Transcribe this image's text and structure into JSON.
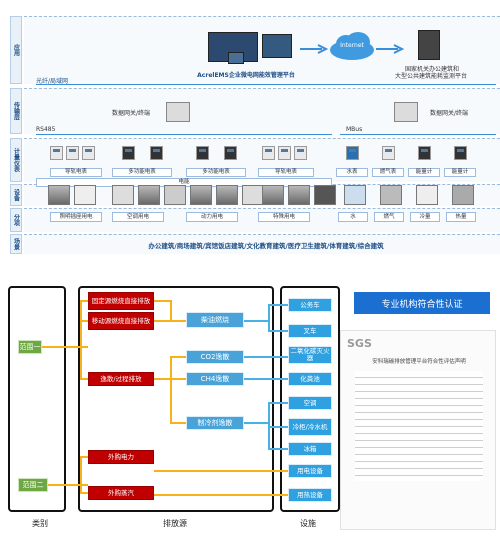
{
  "top": {
    "layers": [
      "应用",
      "传输层",
      "计量仪表",
      "设备",
      "分项",
      "场景"
    ],
    "platform": "AcrelEMS企业微电网能效管理平台",
    "internet": "Internet",
    "gov_platform_line1": "国家机关办公建筑和",
    "gov_platform_line2": "大型公共建筑能耗监测平台",
    "ethernet": "光纤/局域网",
    "collector_left": "数据网关/终端",
    "collector_right": "数据网关/终端",
    "rs485": "RS485",
    "mbus": "MBus",
    "meter_groups": [
      "导轨电表",
      "多功能电表",
      "多功能电表",
      "导轨电表",
      "水表",
      "燃气表",
      "能量计",
      "能量计"
    ],
    "power_bar": "电能",
    "subitems": [
      "照明插座用电",
      "空调用电",
      "动力用电",
      "特殊用电",
      "水",
      "燃气",
      "冷量",
      "热量"
    ],
    "scenario": "办公建筑/商场建筑/宾馆饭店建筑/文化教育建筑/医疗卫生建筑/体育建筑/综合建筑"
  },
  "bottom": {
    "scope1": "范围一",
    "scope2": "范围二",
    "sources_direct": [
      "固定源燃烧直接排放",
      "移动源燃烧直接排放"
    ],
    "source_process": "逸散/过程排放",
    "sources_indirect": [
      "外购电力",
      "外购蒸汽"
    ],
    "mid": [
      "柴油燃烧",
      "CO2逸散",
      "CH4逸散",
      "制冷剂逸散"
    ],
    "devices": [
      "公务车",
      "叉车",
      "二氧化碳灭火器",
      "化粪池",
      "空调",
      "冷柜/冷水机",
      "冰箱",
      "用电设备",
      "用热设备"
    ],
    "footer": [
      "类别",
      "排放源",
      "设施"
    ],
    "cert_title": "专业机构符合性认证",
    "sgs": "SGS",
    "cert_doc_title": "安科瑞碳排放管理平台符合性评估声明"
  }
}
